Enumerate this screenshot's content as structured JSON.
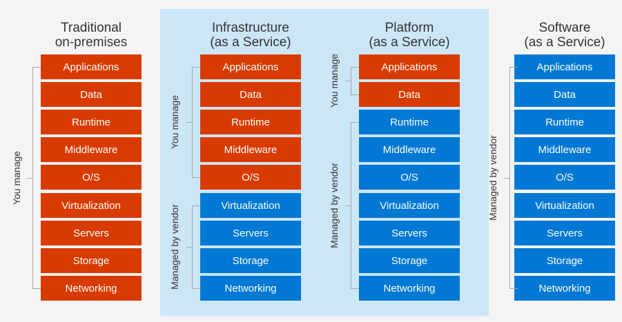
{
  "layers": [
    "Applications",
    "Data",
    "Runtime",
    "Middleware",
    "O/S",
    "Virtualization",
    "Servers",
    "Storage",
    "Networking"
  ],
  "columns": [
    {
      "title_1": "Traditional",
      "title_2": "on-premises",
      "managed_count": 9,
      "you_label": "You manage",
      "vendor_label": ""
    },
    {
      "title_1": "Infrastructure",
      "title_2": "(as a Service)",
      "managed_count": 5,
      "you_label": "You manage",
      "vendor_label": "Managed by vendor"
    },
    {
      "title_1": "Platform",
      "title_2": "(as a Service)",
      "managed_count": 2,
      "you_label": "You manage",
      "vendor_label": "Managed by vendor"
    },
    {
      "title_1": "Software",
      "title_2": "(as a Service)",
      "managed_count": 0,
      "you_label": "",
      "vendor_label": "Managed by vendor"
    }
  ],
  "colors": {
    "you_manage": "#d83b01",
    "managed_by_vendor": "#0078d4",
    "highlight": "#cbe6f7"
  }
}
